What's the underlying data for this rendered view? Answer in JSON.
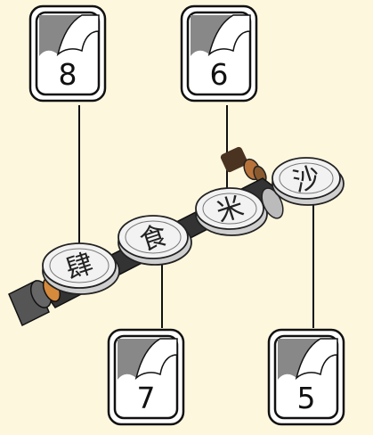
{
  "callouts": [
    {
      "id": "callout-8",
      "label": "8"
    },
    {
      "id": "callout-6",
      "label": "6"
    },
    {
      "id": "callout-7",
      "label": "7"
    },
    {
      "id": "callout-5",
      "label": "5"
    }
  ],
  "coins": [
    "肆",
    "食",
    "米",
    "沙"
  ],
  "colors": {
    "background": "#fdf7de",
    "coin_fill": "#f2f2f2",
    "rod": "#333333",
    "cap": "#555555",
    "copper": "#d58a3c"
  }
}
